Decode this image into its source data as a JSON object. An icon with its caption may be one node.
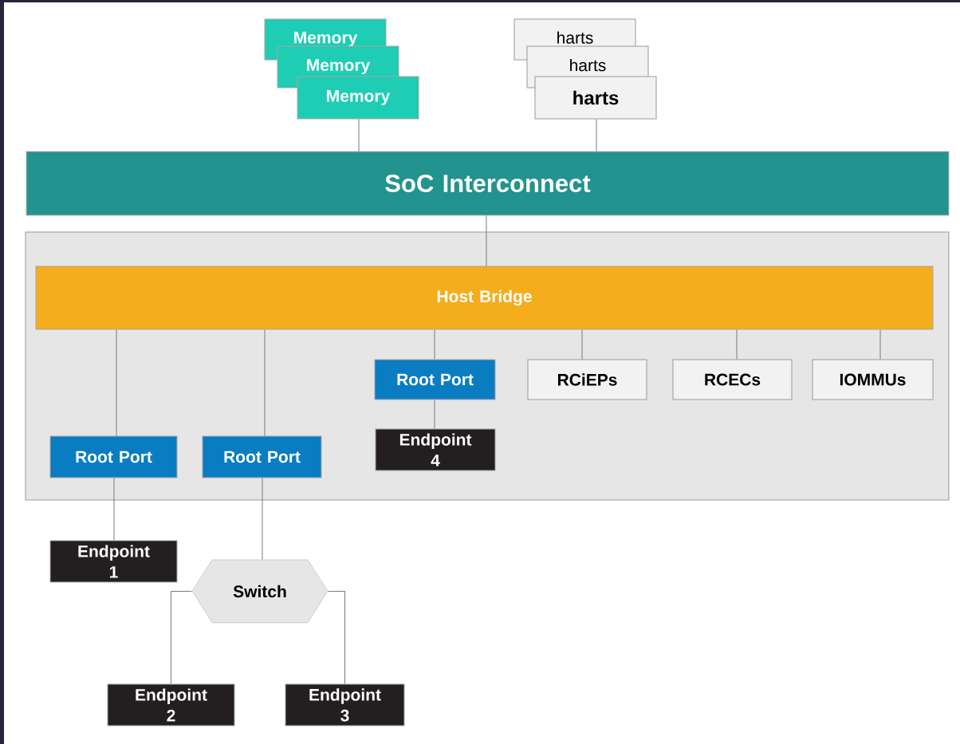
{
  "diagram": {
    "nodes": [
      {
        "text": [
          "Memory"
        ]
      },
      {
        "text": [
          "Memory"
        ]
      },
      {
        "text": [
          "Memory"
        ]
      },
      {
        "text": [
          "harts"
        ]
      },
      {
        "text": [
          "harts"
        ]
      },
      {
        "text": [
          "harts"
        ]
      },
      {
        "text": [
          "SoC Interconnect"
        ]
      },
      {
        "text": [],
        "shape": "box"
      },
      {
        "text": [
          "Host Bridge"
        ],
        "in": 7
      },
      {
        "text": [
          "Root Port"
        ],
        "in": 7
      },
      {
        "text": [
          "RCiEPs"
        ],
        "in": 7
      },
      {
        "text": [
          "RCECs"
        ],
        "in": 7
      },
      {
        "text": [
          "IOMMUs"
        ],
        "in": 7
      },
      {
        "text": [
          "Endpoint 4"
        ],
        "in": 7
      },
      {
        "text": [
          "Root Port"
        ],
        "in": 7
      },
      {
        "text": [
          "Root Port"
        ],
        "in": 7
      },
      {
        "text": [
          "Endpoint 1"
        ]
      },
      {
        "text": [
          "Switch"
        ]
      },
      {
        "text": [
          "Endpoint 2"
        ]
      },
      {
        "text": [
          "Endpoint 3"
        ]
      }
    ],
    "edges": [
      {
        "from": 2,
        "to": 6,
        "arrow": "none"
      },
      {
        "from": 5,
        "to": 6,
        "arrow": "none"
      },
      {
        "from": 6,
        "to": 8,
        "arrow": "none"
      },
      {
        "from": 8,
        "to": 14,
        "arrow": "none"
      },
      {
        "from": 8,
        "to": 15,
        "arrow": "none"
      },
      {
        "from": 8,
        "to": 9,
        "arrow": "none"
      },
      {
        "from": 8,
        "to": 10,
        "arrow": "none"
      },
      {
        "from": 8,
        "to": 11,
        "arrow": "none"
      },
      {
        "from": 8,
        "to": 12,
        "arrow": "none"
      },
      {
        "from": 9,
        "to": 13,
        "arrow": "none"
      },
      {
        "from": 14,
        "to": 16,
        "arrow": "none"
      },
      {
        "from": 15,
        "to": 17,
        "arrow": "none"
      },
      {
        "from": 17,
        "to": 18,
        "arrow": "none"
      },
      {
        "from": 17,
        "to": 19,
        "arrow": "none"
      }
    ]
  }
}
